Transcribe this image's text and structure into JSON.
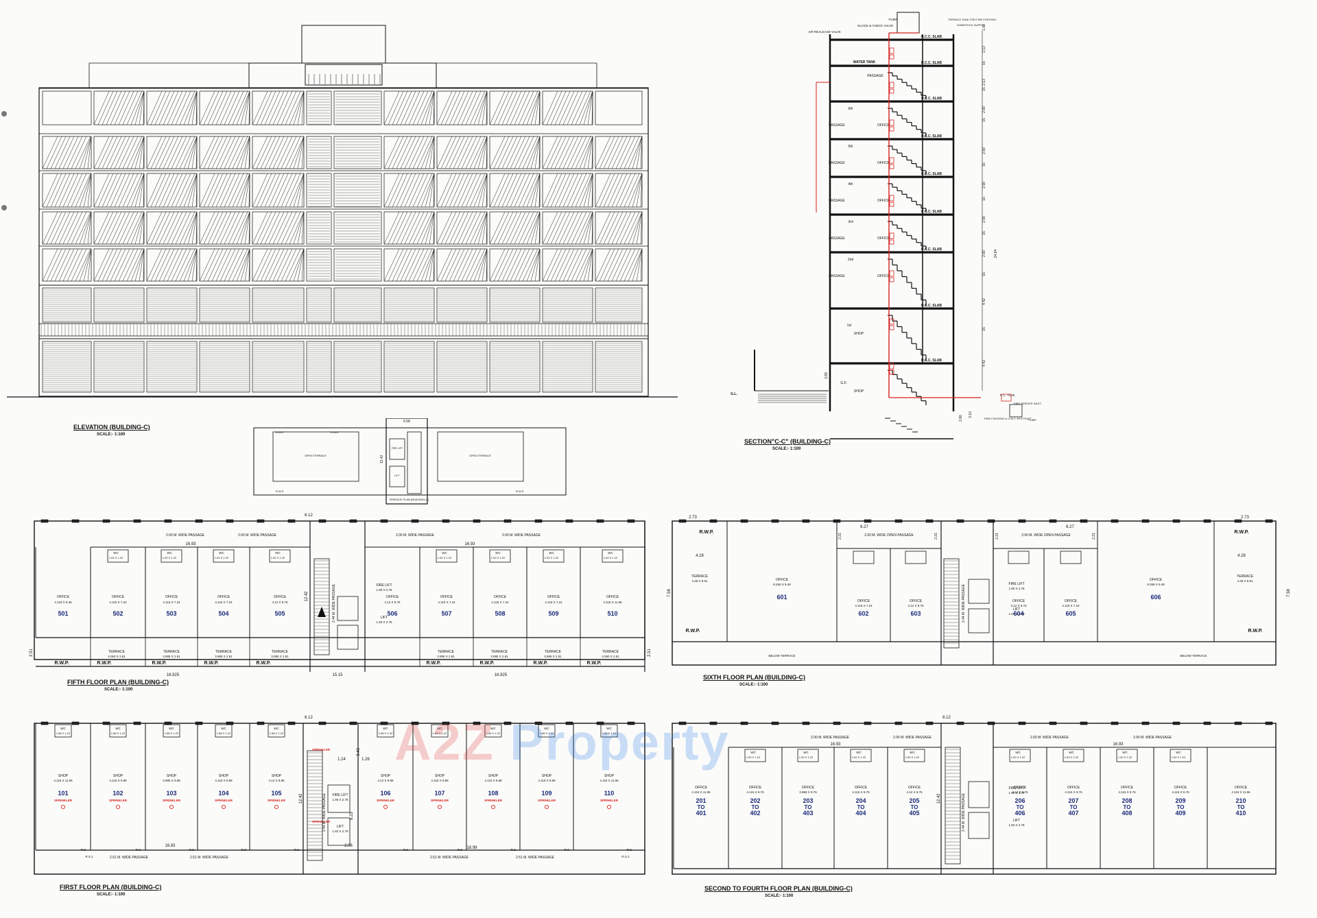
{
  "titles": {
    "elevation": "ELEVATION (BUILDING-C)",
    "section": "SECTION\"C-C\" (BUILDING-C)",
    "terrace": "TERRACE PLAN (BUILDING-C)",
    "fifth": "FIFTH FLOOR PLAN (BUILDING-C)",
    "sixth": "SIXTH FLOOR PLAN (BUILDING-C)",
    "first": "FIRST FLOOR PLAN (BUILDING-C)",
    "second_fourth": "SECOND TO FOURTH FLOOR PLAN (BUILDING-C)",
    "scale": "SCALE:- 1:100"
  },
  "watermark": {
    "a": "A",
    "two": "2",
    "z": "Z",
    "word": "Property"
  },
  "section_labels": {
    "pump": "PUMP",
    "terrace_tank": "TERRACE TANK FOR FIRE FIGHTING",
    "domestic": "DOMESTICK SUPPLY",
    "sluice": "SLUICE & CHECK VALVE",
    "air_valve": "AIR REALEASE VALVE",
    "water_tank": "WATER TANK",
    "slab": "R.C.C. SLAB",
    "passage": "PASSAGE",
    "office": "OFFICE",
    "shop": "SHOP",
    "gf": "G.F.",
    "gl": "G.L.",
    "floors": [
      "6th",
      "5th",
      "4th",
      "3rd",
      "2nd",
      "1st"
    ],
    "fire_service": "FIRE SERVICE INLET",
    "ugt": "FIRE FIGHTING U.G.W.T. RFS FIGHT",
    "pump2": "PUMP",
    "pl": "P. L. +0.45"
  },
  "section_dims": [
    "1.50",
    "2.13",
    "15",
    "2.13",
    "15",
    "2.90",
    "15",
    "2.90",
    "15",
    "2.90",
    "15",
    "2.90",
    "15",
    "2.90",
    "15",
    "4.42",
    "15",
    "4.42",
    "2.80",
    "3.10",
    "24.84",
    "3.89"
  ],
  "terrace": {
    "labels": [
      "OPEN TERRACE",
      "OPEN TERRACE",
      "FIRE LIFT",
      "LIFT",
      "R.W.P.",
      "R.W.P.",
      "R.W.P.",
      "R.W.P."
    ],
    "dims": [
      "6.58",
      "12.42"
    ]
  },
  "fifth": {
    "units": [
      {
        "no": "501",
        "name": "OFFICE",
        "size": "4.118 X 9.48"
      },
      {
        "no": "502",
        "name": "OFFICE",
        "size": "4.115 X 7.24"
      },
      {
        "no": "503",
        "name": "OFFICE",
        "size": "4.115 X 7.24"
      },
      {
        "no": "504",
        "name": "OFFICE",
        "size": "4.115 X 7.24"
      },
      {
        "no": "505",
        "name": "OFFICE",
        "size": "4.12 X 9.76"
      },
      {
        "no": "506",
        "name": "OFFICE",
        "size": "4.12 X 9.76"
      },
      {
        "no": "507",
        "name": "OFFICE",
        "size": "4.115 X 7.24"
      },
      {
        "no": "508",
        "name": "OFFICE",
        "size": "4.115 X 7.24"
      },
      {
        "no": "509",
        "name": "OFFICE",
        "size": "4.115 X 7.24"
      },
      {
        "no": "510",
        "name": "OFFICE",
        "size": "4.118 X 11.96"
      }
    ],
    "terraces": [
      {
        "name": "TERRACE",
        "size": "4.060 X 2.81"
      },
      {
        "name": "TERRACE",
        "size": "3.985 X 2.81"
      },
      {
        "name": "TERRACE",
        "size": "3.985 X 2.81"
      },
      {
        "name": "TERRACE",
        "size": "3.985 X 2.81"
      },
      {
        "name": "TERRACE",
        "size": "3.985 X 2.81"
      },
      {
        "name": "TERRACE",
        "size": "3.985 X 2.81"
      },
      {
        "name": "TERRACE",
        "size": "3.985 X 2.81"
      },
      {
        "name": "TERRACE",
        "size": "4.060 X 2.81"
      }
    ],
    "passage": "2.00 M. WIDE PASSAGE",
    "core_passage": "2.44 M. WIDE PASSAGE",
    "fire_lift": "FIRE LIFT",
    "fire_lift_size": "1.90 X 2.78",
    "lift": "LIFT",
    "lift_size": "1.83 X 2.78",
    "wc": "WC",
    "wc_size": "1.52 X 1.22",
    "rwp": "R.W.P.",
    "dims": [
      "6.12",
      "16.93",
      "16.93",
      "12.42",
      "16.925",
      "15.15",
      "16.925",
      "2.51",
      "2.51"
    ]
  },
  "sixth": {
    "units": [
      {
        "no": "601",
        "name": "OFFICE",
        "size": "8.265 X 9.48"
      },
      {
        "no": "602",
        "name": "OFFICE",
        "size": "4.115 X 7.24"
      },
      {
        "no": "603",
        "name": "OFFICE",
        "size": "4.12 X 9.76"
      },
      {
        "no": "604",
        "name": "OFFICE",
        "size": "4.12 X 9.76"
      },
      {
        "no": "605",
        "name": "OFFICE",
        "size": "4.115 X 7.24"
      },
      {
        "no": "606",
        "name": "OFFICE",
        "size": "8.268 X 9.48"
      }
    ],
    "terraces": [
      {
        "name": "TERRACE",
        "size": "4.28 X 9.81"
      },
      {
        "name": "TERRACE",
        "size": "4.28 X 9.81"
      }
    ],
    "passage": "2.00 M. WIDE OPEN PASSAGE",
    "below": "BELOW TERRACE",
    "dims": [
      "2.73",
      "6.27",
      "6.27",
      "2.73",
      "7.58",
      "7.58",
      "4.28",
      "4.28",
      "2.21",
      "2.21",
      "2.21",
      "2.21"
    ]
  },
  "first": {
    "units": [
      {
        "no": "101",
        "name": "SHOP",
        "size": "4.115 X 11.96"
      },
      {
        "no": "102",
        "name": "SHOP",
        "size": "4.115 X 9.88"
      },
      {
        "no": "103",
        "name": "SHOP",
        "size": "3.985 X 9.88"
      },
      {
        "no": "104",
        "name": "SHOP",
        "size": "4.115 X 9.88"
      },
      {
        "no": "105",
        "name": "SHOP",
        "size": "4.12 X 9.88"
      },
      {
        "no": "106",
        "name": "SHOP",
        "size": "4.12 X 9.88"
      },
      {
        "no": "107",
        "name": "SHOP",
        "size": "4.115 X 9.88"
      },
      {
        "no": "108",
        "name": "SHOP",
        "size": "4.115 X 9.88"
      },
      {
        "no": "109",
        "name": "SHOP",
        "size": "4.115 X 9.88"
      },
      {
        "no": "110",
        "name": "SHOP",
        "size": "4.115 X 11.96"
      }
    ],
    "sprinkler": "SPRINKLER",
    "wc_size": "1.86 X 1.22",
    "passage": "2.51 M. WIDE PASSAGE",
    "rs": "R.S.",
    "rs1": "R.S.1",
    "dims": [
      "6.12",
      "16.83",
      "18.99",
      "12.42",
      "6.25",
      "3.43",
      "1.24",
      "1.26",
      "2.06"
    ]
  },
  "second": {
    "units": [
      {
        "no": "201",
        "to": "TO",
        "no2": "401",
        "name": "OFFICE",
        "size": "4.115 X 11.96"
      },
      {
        "no": "202",
        "to": "TO",
        "no2": "402",
        "name": "OFFICE",
        "size": "4.115 X 9.76"
      },
      {
        "no": "203",
        "to": "TO",
        "no2": "403",
        "name": "OFFICE",
        "size": "3.985 X 9.76"
      },
      {
        "no": "204",
        "to": "TO",
        "no2": "404",
        "name": "OFFICE",
        "size": "4.115 X 9.76"
      },
      {
        "no": "205",
        "to": "TO",
        "no2": "405",
        "name": "OFFICE",
        "size": "4.12 X 9.76"
      },
      {
        "no": "206",
        "to": "TO",
        "no2": "406",
        "name": "OFFICE",
        "size": "4.12 X 9.76"
      },
      {
        "no": "207",
        "to": "TO",
        "no2": "407",
        "name": "OFFICE",
        "size": "4.115 X 9.76"
      },
      {
        "no": "208",
        "to": "TO",
        "no2": "408",
        "name": "OFFICE",
        "size": "4.115 X 9.76"
      },
      {
        "no": "209",
        "to": "TO",
        "no2": "409",
        "name": "OFFICE",
        "size": "4.115 X 9.76"
      },
      {
        "no": "210",
        "to": "TO",
        "no2": "410",
        "name": "OFFICE",
        "size": "4.115 X 11.96"
      }
    ],
    "passage": "2.00 M. WIDE PASSAGE",
    "dims": [
      "6.12",
      "16.93",
      "16.93",
      "12.42"
    ]
  }
}
